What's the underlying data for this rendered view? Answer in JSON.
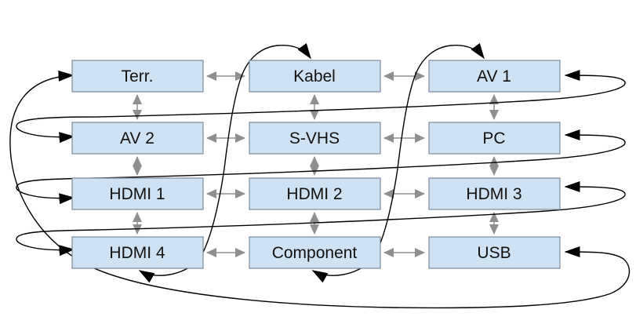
{
  "diagram": {
    "type": "source-selection-grid",
    "background_color": "#ffffff",
    "box_fill_color": "#cfe2f3",
    "box_border_color": "#7a8a99",
    "neighbor_arrow_color": "#8f8f8f",
    "wrap_arrow_color": "#000000",
    "rows": 4,
    "cols": 3
  },
  "nodes": [
    {
      "label": "Terr."
    },
    {
      "label": "Kabel"
    },
    {
      "label": "AV 1"
    },
    {
      "label": "AV 2"
    },
    {
      "label": "S-VHS"
    },
    {
      "label": "PC"
    },
    {
      "label": "HDMI 1"
    },
    {
      "label": "HDMI 2"
    },
    {
      "label": "HDMI 3"
    },
    {
      "label": "HDMI 4"
    },
    {
      "label": "Component"
    },
    {
      "label": "USB"
    }
  ],
  "grid_rows": [
    [
      "Terr.",
      "Kabel",
      "AV 1"
    ],
    [
      "AV 2",
      "S-VHS",
      "PC"
    ],
    [
      "HDMI 1",
      "HDMI 2",
      "HDMI 3"
    ],
    [
      "HDMI 4",
      "Component",
      "USB"
    ]
  ],
  "links": {
    "neighbor_bidirectional_gray": [
      "Terr. ↔ Kabel",
      "Kabel ↔ AV 1",
      "AV 2 ↔ S-VHS",
      "S-VHS ↔ PC",
      "HDMI 1 ↔ HDMI 2",
      "HDMI 2 ↔ HDMI 3",
      "HDMI 4 ↔ Component",
      "Component ↔ USB",
      "Terr. ↔ AV 2",
      "AV 2 ↔ HDMI 1",
      "HDMI 1 ↔ HDMI 4",
      "Kabel ↔ S-VHS",
      "S-VHS ↔ HDMI 2",
      "HDMI 2 ↔ Component",
      "AV 1 ↔ PC",
      "PC ↔ HDMI 3",
      "HDMI 3 ↔ USB"
    ],
    "wrap_bidirectional_black": [
      "AV 1 ↔ AV 2 (row 1 end to row 2 start)",
      "PC ↔ HDMI 1 (row 2 end to row 3 start)",
      "HDMI 3 ↔ HDMI 4 (row 3 end to row 4 start)",
      "USB ↔ Terr. (last to first)",
      "HDMI 4 ↔ Kabel (column 1 bottom to column 2 top)",
      "Component ↔ AV 1 (column 2 bottom to column 3 top)"
    ]
  }
}
